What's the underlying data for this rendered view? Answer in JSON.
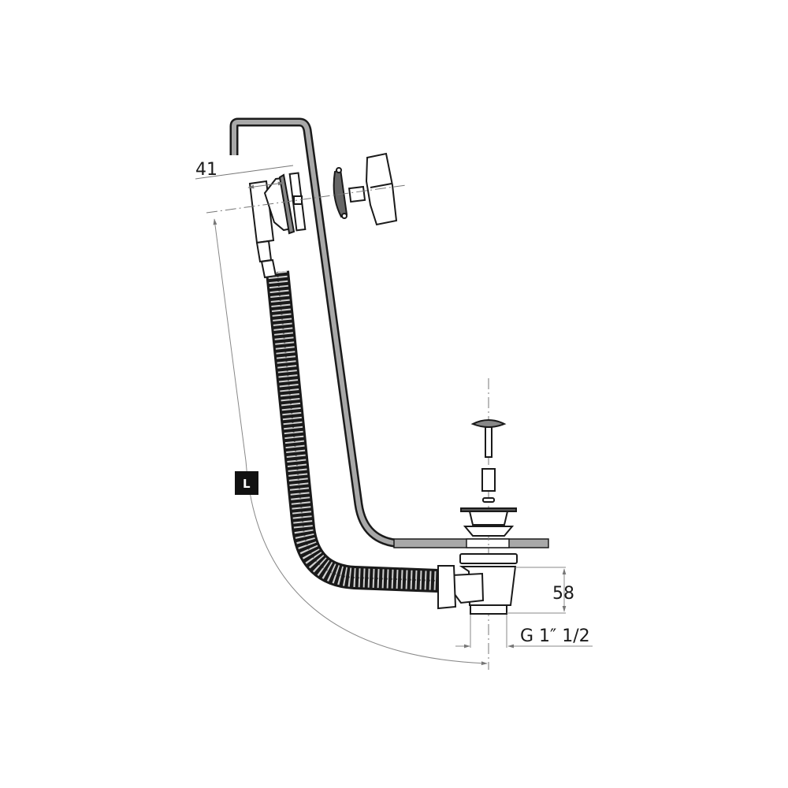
{
  "diagram": {
    "dimensions": {
      "overflow_width": "41",
      "length_label": "L",
      "outlet_height": "58",
      "thread": "G 1″ 1/2"
    },
    "colors": {
      "line": "#1a1a1a",
      "tube_fill": "#a8a8a8",
      "dim_line": "#8a8a8a",
      "label_bg": "#111111"
    }
  }
}
